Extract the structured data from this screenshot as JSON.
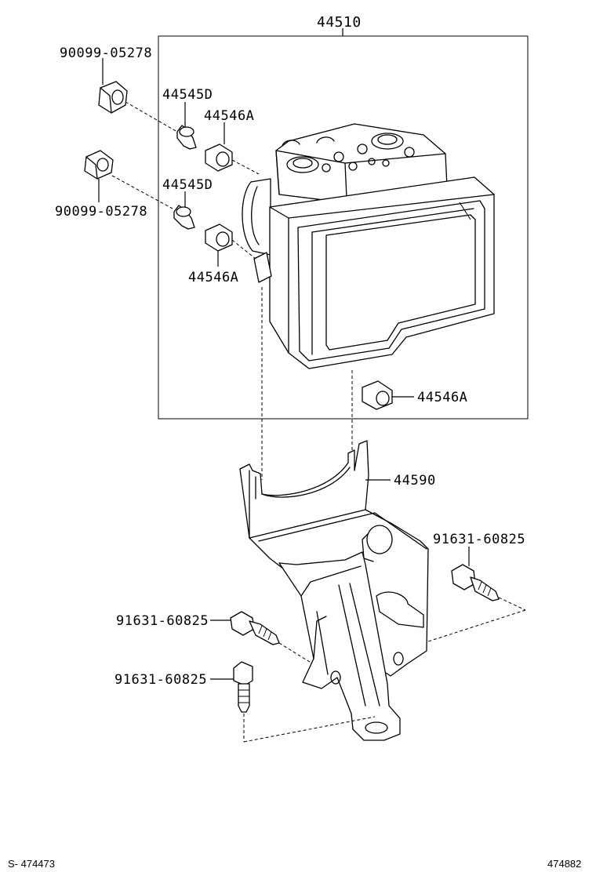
{
  "labels": {
    "assembly": "44510",
    "nut_top": "90099-05278",
    "nut_mid": "90099-05278",
    "pin_top": "44545D",
    "pin_mid": "44545D",
    "bush_top": "44546A",
    "bush_mid": "44546A",
    "bush_bottom": "44546A",
    "bracket": "44590",
    "bolt_right": "91631-60825",
    "bolt_left": "91631-60825",
    "bolt_lower": "91631-60825"
  },
  "footer": {
    "left_ref": "S- 474473",
    "right_ref": "474882"
  }
}
